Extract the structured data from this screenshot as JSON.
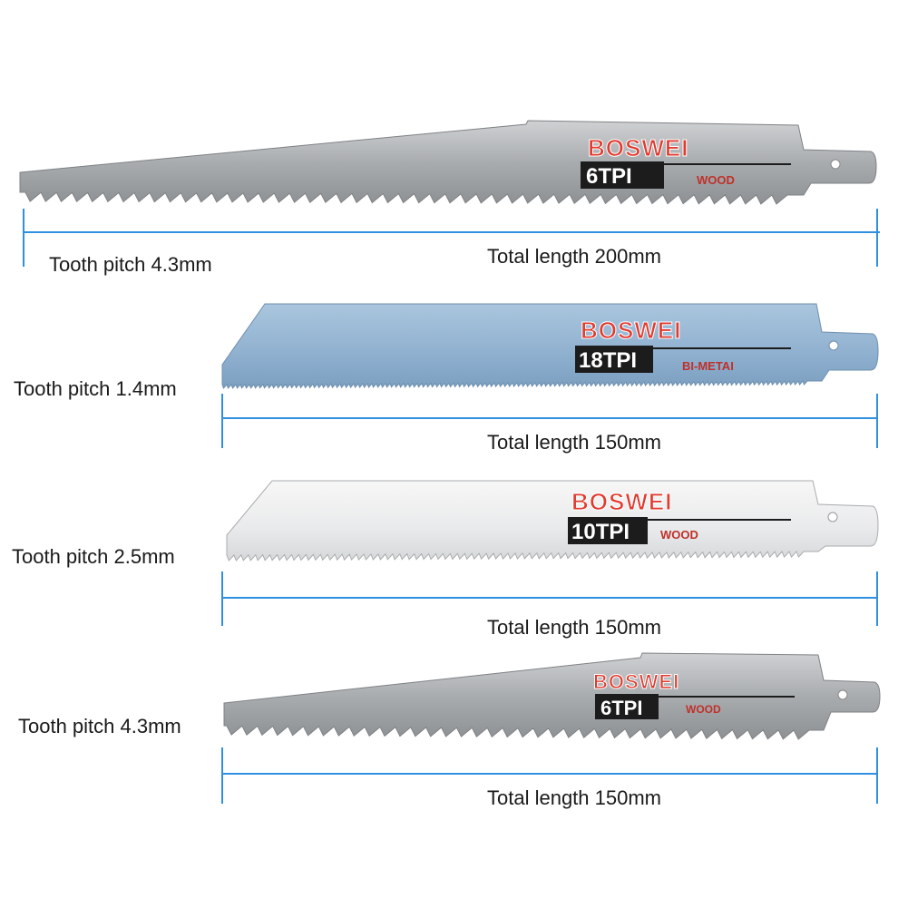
{
  "colors": {
    "measure_line": "#2f8fe0",
    "brand_red": "#e23a2e",
    "label_text": "#1a1a1a",
    "tpi_box": "#1c1c1c",
    "material_red": "#c0302a"
  },
  "blades": [
    {
      "brand": "BOSWEI",
      "tpi": "6TPI",
      "material": "WOOD",
      "pitch_label": "Tooth pitch 4.3mm",
      "length_label": "Total length 200mm",
      "finish": "grey"
    },
    {
      "brand": "BOSWEI",
      "tpi": "18TPI",
      "material": "BI-METAI",
      "pitch_label": "Tooth pitch 1.4mm",
      "length_label": "Total length 150mm",
      "finish": "blue"
    },
    {
      "brand": "BOSWEI",
      "tpi": "10TPI",
      "material": "WOOD",
      "pitch_label": "Tooth pitch 2.5mm",
      "length_label": "Total length 150mm",
      "finish": "white"
    },
    {
      "brand": "BOSWEI",
      "tpi": "6TPI",
      "material": "WOOD",
      "pitch_label": "Tooth pitch 4.3mm",
      "length_label": "Total length 150mm",
      "finish": "grey"
    }
  ]
}
